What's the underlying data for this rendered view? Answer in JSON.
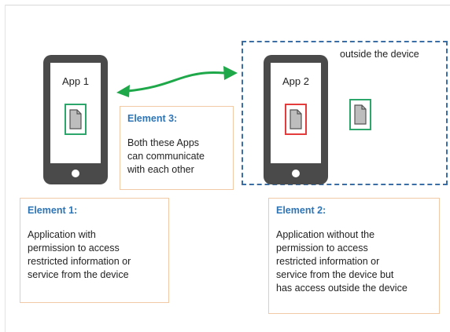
{
  "diagram": {
    "outside_label": "outside the device",
    "app1": {
      "label": "App 1",
      "icon": "document-icon",
      "border_color": "#2ca66a"
    },
    "app2": {
      "label": "App 2",
      "icon": "document-icon",
      "border_color": "#e43c3c"
    },
    "external_app": {
      "icon": "document-icon",
      "border_color": "#2ca66a"
    },
    "element1": {
      "title": "Element 1:",
      "body": "Application with\npermission to access\nrestricted information or\nservice from the device"
    },
    "element2": {
      "title": "Element 2:",
      "body": "Application without the\npermission to access\nrestricted information or\nservice from the device but\nhas access outside the device"
    },
    "element3": {
      "title": "Element 3:",
      "body": "Both these Apps\ncan communicate\nwith each other"
    },
    "colors": {
      "phone": "#4a4a4a",
      "title_blue": "#2e75b6",
      "arrow_green": "#1fa84a",
      "dashed_border": "#3a6ea5",
      "note_border": "#f2c9a6"
    }
  }
}
